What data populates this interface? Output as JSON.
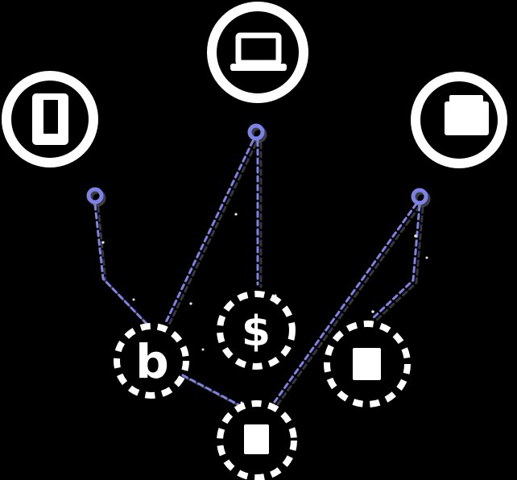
{
  "diagram": {
    "description": "Dark network diagram connecting device nodes to currency/block nodes with dashed periwinkle links",
    "background_color": "#000000",
    "colors": {
      "node_ring": "#ffffff",
      "link": "#7b82e8",
      "link_shadow": "#8a8a8a",
      "icon": "#ffffff"
    },
    "glyphs": {
      "bitcoin": "b",
      "dollar": "$"
    },
    "nodes": [
      {
        "id": "phone",
        "icon": "smartphone-icon",
        "ring": "solid"
      },
      {
        "id": "laptop",
        "icon": "laptop-icon",
        "ring": "solid"
      },
      {
        "id": "camera",
        "icon": "camera-icon",
        "ring": "solid"
      },
      {
        "id": "bitcoin",
        "icon": "bitcoin-b-icon",
        "ring": "dashed",
        "glyph": "b"
      },
      {
        "id": "dollar",
        "icon": "dollar-icon",
        "ring": "dashed",
        "glyph": "$"
      },
      {
        "id": "block-right",
        "icon": "block-icon",
        "ring": "dashed"
      },
      {
        "id": "block-bottom",
        "icon": "block-icon",
        "ring": "dashed"
      }
    ],
    "connectors": [
      {
        "id": "connector-left"
      },
      {
        "id": "connector-center"
      },
      {
        "id": "connector-right"
      }
    ],
    "edges": [
      {
        "from": "connector-left",
        "to": "bitcoin"
      },
      {
        "from": "connector-center",
        "to": "bitcoin"
      },
      {
        "from": "connector-center",
        "to": "dollar"
      },
      {
        "from": "connector-right",
        "to": "block-right"
      },
      {
        "from": "connector-right",
        "to": "block-bottom"
      },
      {
        "from": "bitcoin",
        "to": "block-bottom"
      }
    ]
  }
}
